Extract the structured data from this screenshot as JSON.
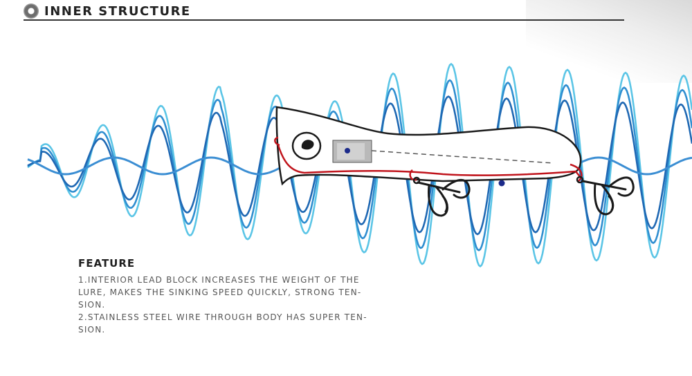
{
  "header": {
    "title": "INNER STRUCTURE",
    "icon": "ring-icon"
  },
  "feature": {
    "heading": "FEATURE",
    "lines": [
      "1.INTERIOR LEAD BLOCK INCREASES THE WEIGHT OF THE",
      "LURE, MAKES THE SINKING SPEED QUICKLY, STRONG TEN-",
      "SION.",
      "2.STAINLESS STEEL WIRE THROUGH BODY HAS SUPER TEN-",
      "SION."
    ]
  },
  "colors": {
    "wave_light": "#5bc5e6",
    "wave_mid": "#2f8ed0",
    "wave_dark": "#1f68b3",
    "wire": "#c0141c",
    "ball": "#1b2a8a",
    "outline": "#1a1a1a"
  }
}
